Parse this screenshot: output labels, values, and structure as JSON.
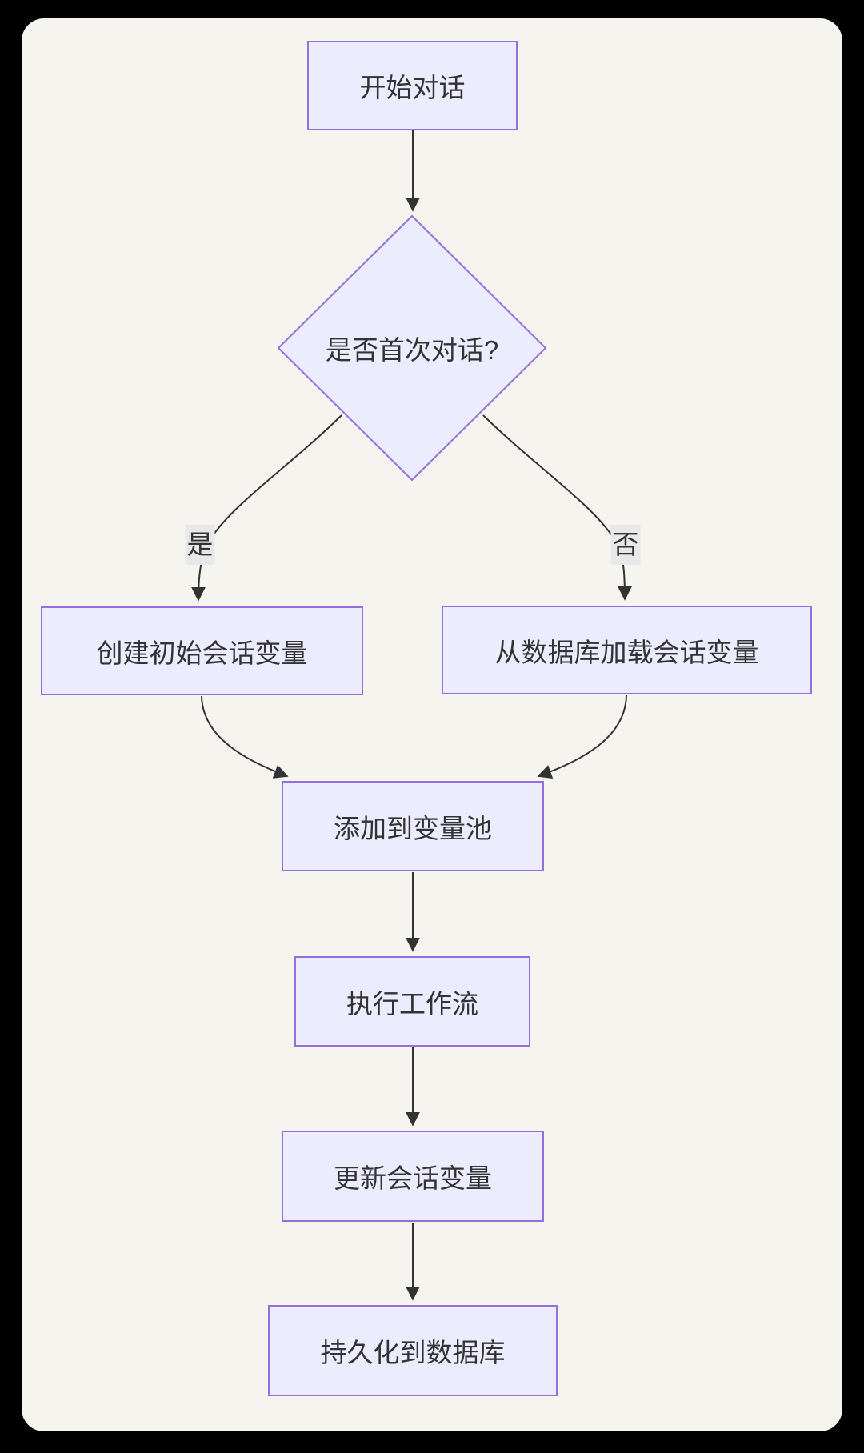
{
  "diagram": {
    "type": "flowchart",
    "direction": "top-down",
    "nodes": {
      "start": {
        "label": "开始对话",
        "shape": "rectangle"
      },
      "decision": {
        "label": "是否首次对话?",
        "shape": "diamond"
      },
      "create_initial": {
        "label": "创建初始会话变量",
        "shape": "rectangle"
      },
      "load_from_db": {
        "label": "从数据库加载会话变量",
        "shape": "rectangle"
      },
      "add_to_pool": {
        "label": "添加到变量池",
        "shape": "rectangle"
      },
      "run_workflow": {
        "label": "执行工作流",
        "shape": "rectangle"
      },
      "update_vars": {
        "label": "更新会话变量",
        "shape": "rectangle"
      },
      "persist": {
        "label": "持久化到数据库",
        "shape": "rectangle"
      }
    },
    "edge_labels": {
      "yes": "是",
      "no": "否"
    },
    "edges": [
      {
        "from": "start",
        "to": "decision",
        "label": ""
      },
      {
        "from": "decision",
        "to": "create_initial",
        "label": "是"
      },
      {
        "from": "decision",
        "to": "load_from_db",
        "label": "否"
      },
      {
        "from": "create_initial",
        "to": "add_to_pool",
        "label": ""
      },
      {
        "from": "load_from_db",
        "to": "add_to_pool",
        "label": ""
      },
      {
        "from": "add_to_pool",
        "to": "run_workflow",
        "label": ""
      },
      {
        "from": "run_workflow",
        "to": "update_vars",
        "label": ""
      },
      {
        "from": "update_vars",
        "to": "persist",
        "label": ""
      }
    ],
    "colors": {
      "canvas": "#000000",
      "panel": "#F5F4EF",
      "node_fill": "#ECECFF",
      "node_border": "#9370DB",
      "edge_line": "#333333",
      "text": "#333333",
      "edge_label_bg": "#E8E8E8"
    }
  }
}
